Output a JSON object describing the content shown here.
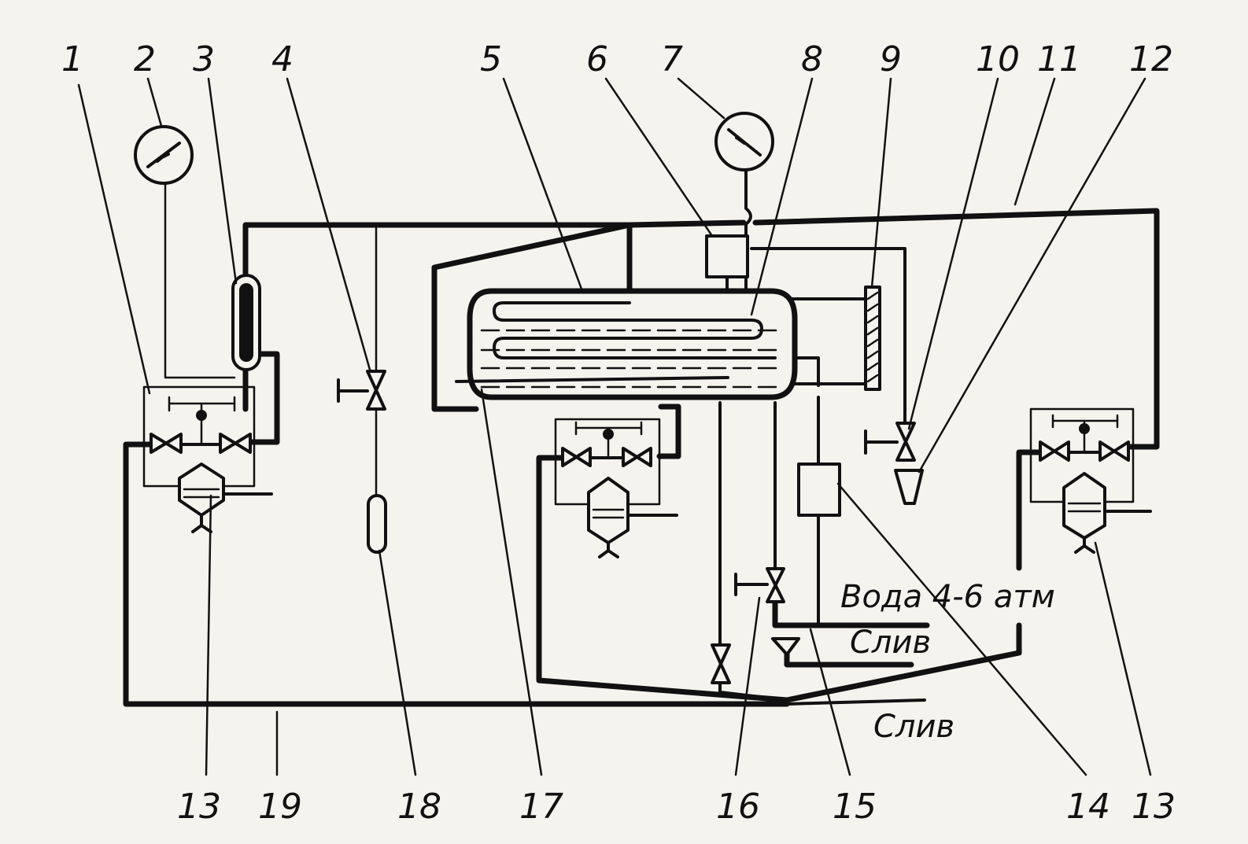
{
  "labels": {
    "n1": "1",
    "n2": "2",
    "n3": "3",
    "n4": "4",
    "n5": "5",
    "n6": "6",
    "n7": "7",
    "n8": "8",
    "n9": "9",
    "n10": "10",
    "n11": "11",
    "n12": "12",
    "n13a": "13",
    "n13b": "13",
    "n14": "14",
    "n15": "15",
    "n16": "16",
    "n17": "17",
    "n18": "18",
    "n19": "19"
  },
  "captions": {
    "water": "Вода 4-6 атм",
    "drain1": "Слив",
    "drain2": "Слив"
  }
}
